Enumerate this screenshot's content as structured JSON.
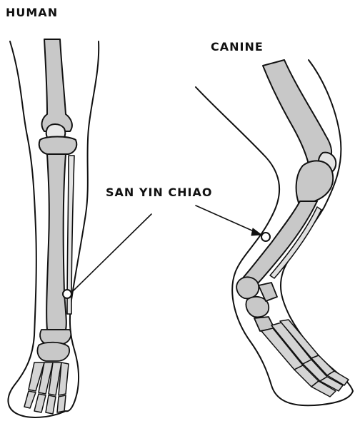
{
  "labels": {
    "human": "HUMAN",
    "canine": "CANINE",
    "acupoint": "SAN YIN CHIAO"
  },
  "colors": {
    "ink": "#111111",
    "bone_fill": "#c8c8c8",
    "background": "#ffffff"
  }
}
